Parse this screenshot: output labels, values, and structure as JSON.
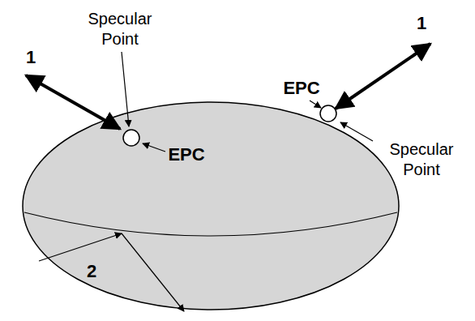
{
  "diagram": {
    "labels": [
      "Specular Point",
      "1",
      "1",
      "EPC",
      "EPC",
      "Specular Point",
      "2"
    ]
  }
}
